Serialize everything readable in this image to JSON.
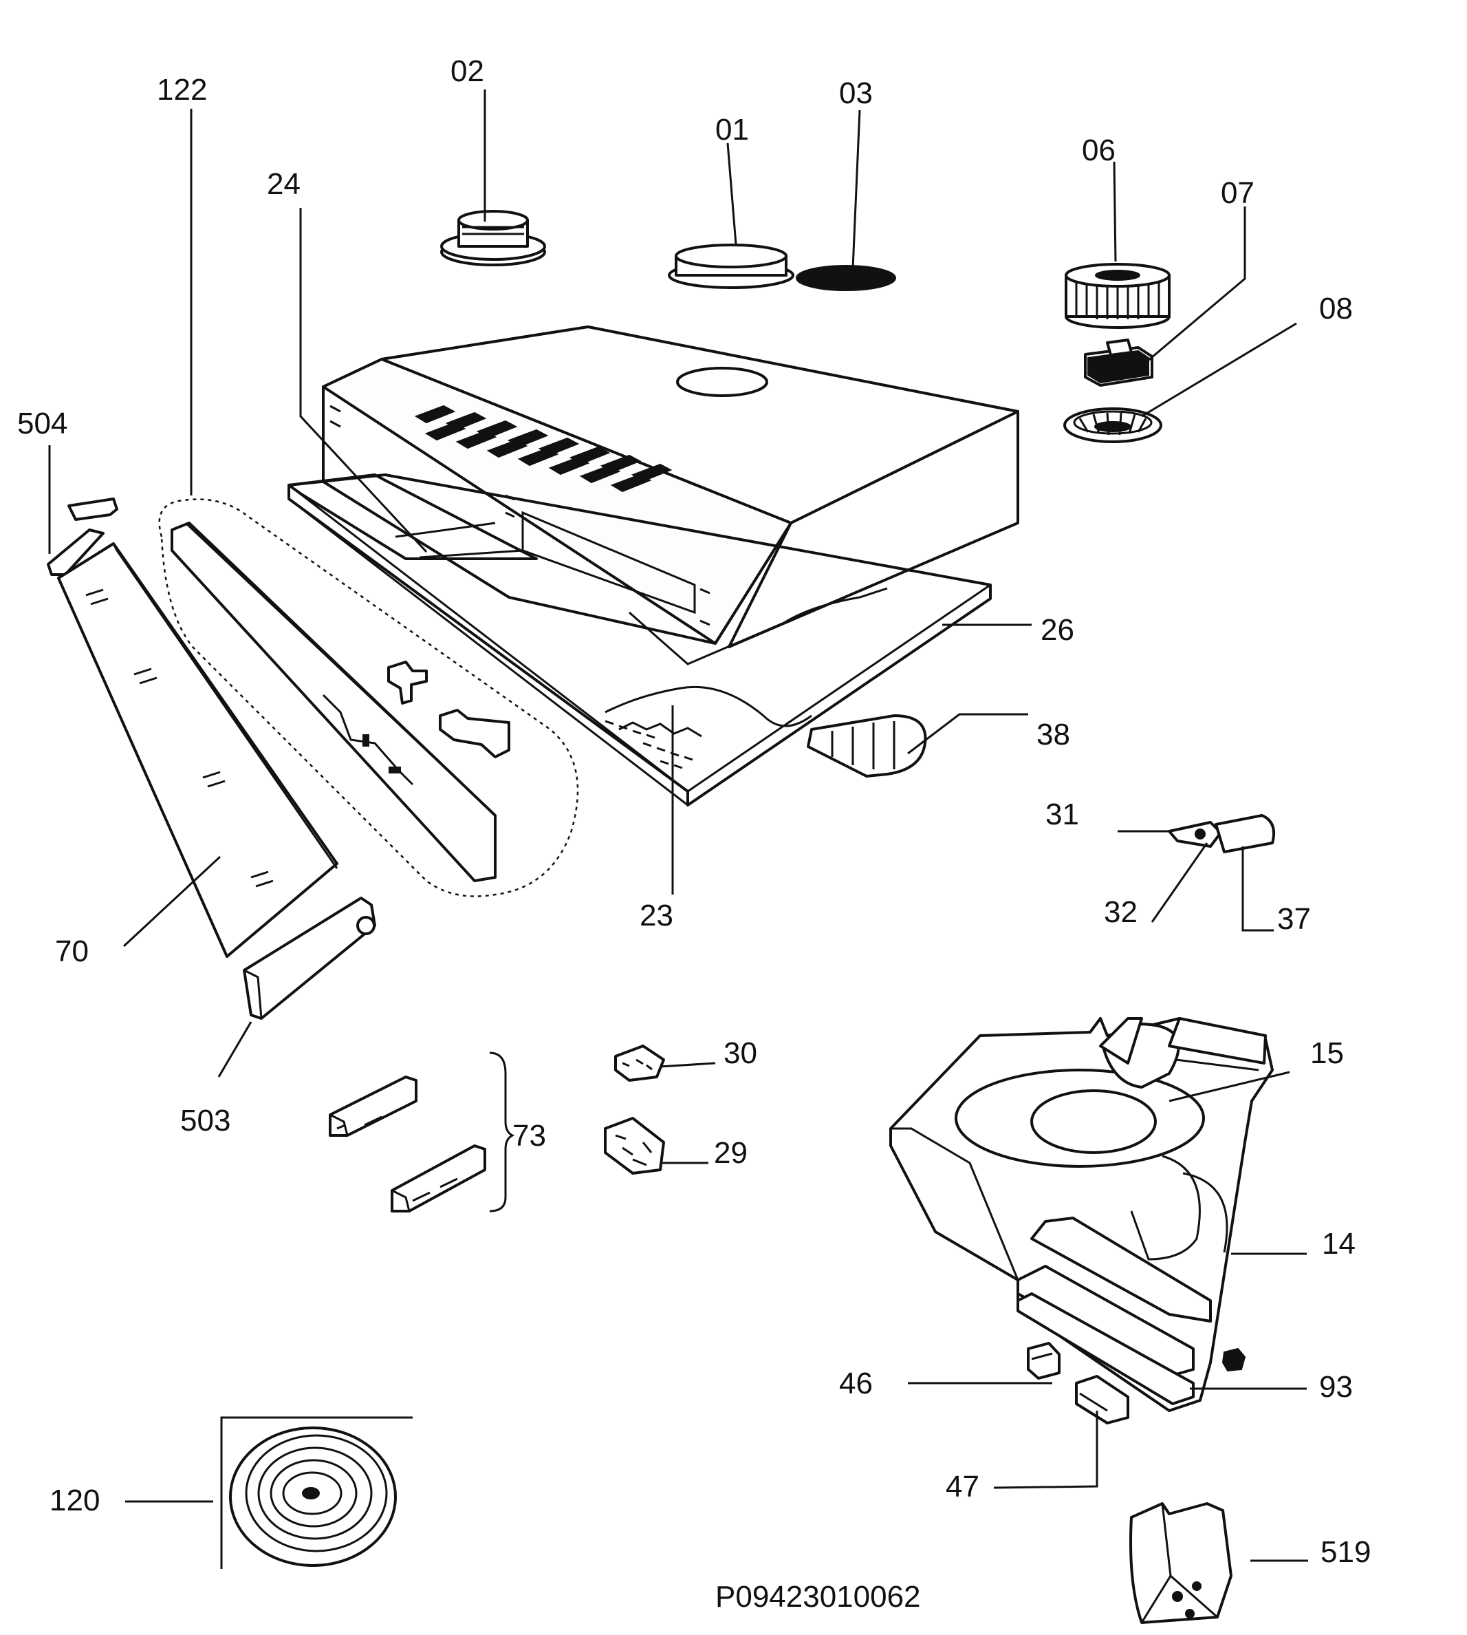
{
  "drawing_code": "P09423010062",
  "labels": {
    "l01": "01",
    "l02": "02",
    "l03": "03",
    "l06": "06",
    "l07": "07",
    "l08": "08",
    "l122": "122",
    "l24": "24",
    "l504": "504",
    "l26": "26",
    "l38": "38",
    "l31": "31",
    "l32": "32",
    "l37": "37",
    "l23": "23",
    "l70": "70",
    "l503": "503",
    "l30": "30",
    "l73": "73",
    "l29": "29",
    "l15": "15",
    "l14": "14",
    "l46": "46",
    "l93": "93",
    "l47": "47",
    "l120": "120",
    "l519": "519"
  },
  "colors": {
    "line": "#111111",
    "paper": "#ffffff"
  }
}
